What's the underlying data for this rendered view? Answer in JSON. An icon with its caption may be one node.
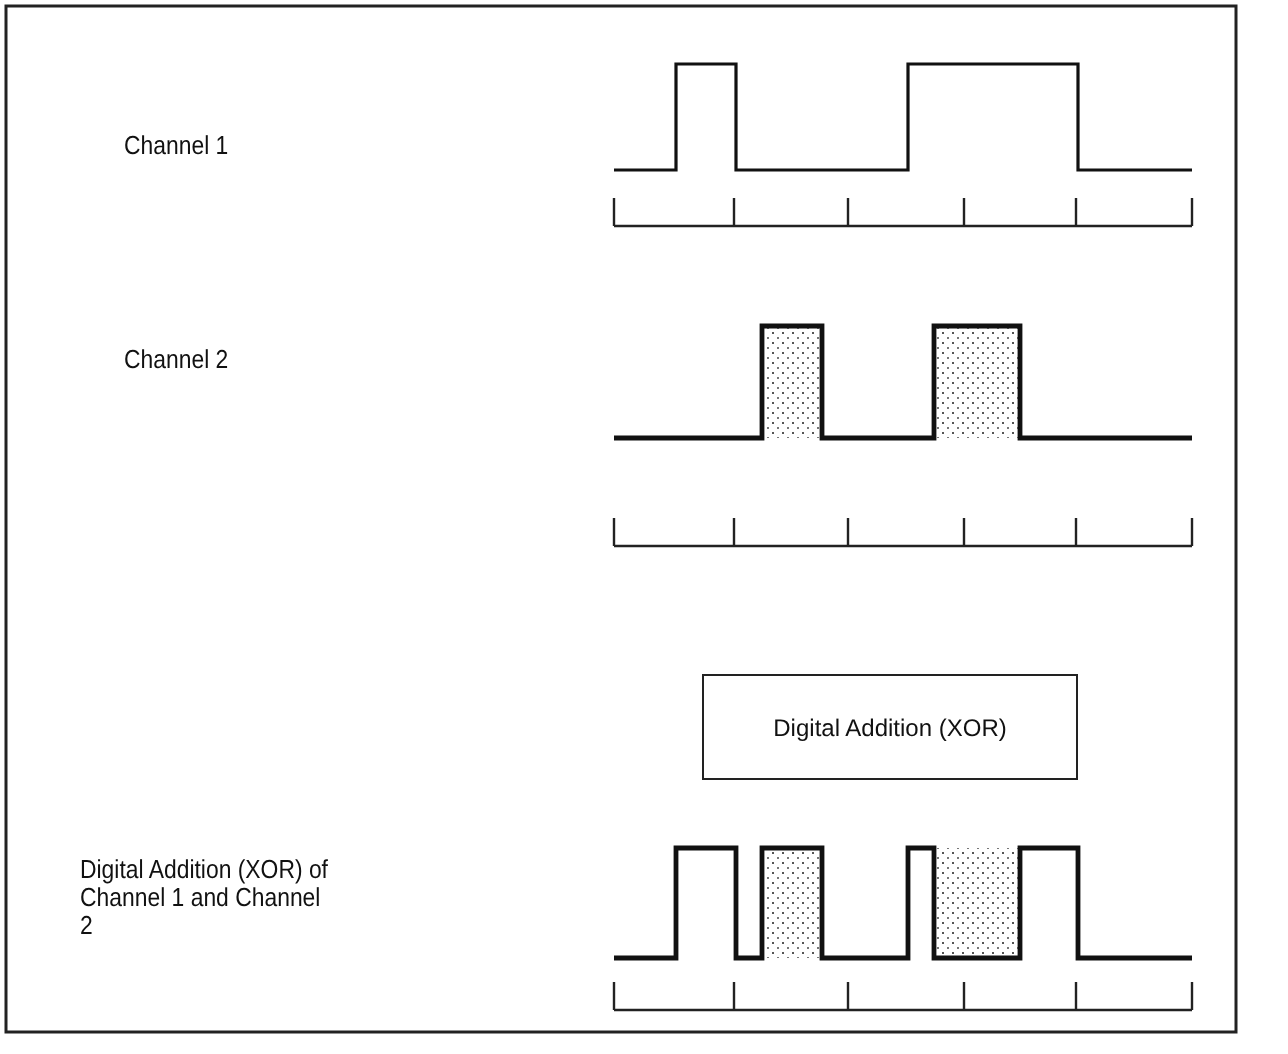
{
  "diagram": {
    "nodes": [
      {
        "text": [
          "Digital Addition (XOR)"
        ]
      }
    ],
    "edges": [],
    "labels": [
      "Channel 1",
      "Channel 2",
      "Digital Addition (XOR) of Channel 1 and Channel 2"
    ]
  }
}
